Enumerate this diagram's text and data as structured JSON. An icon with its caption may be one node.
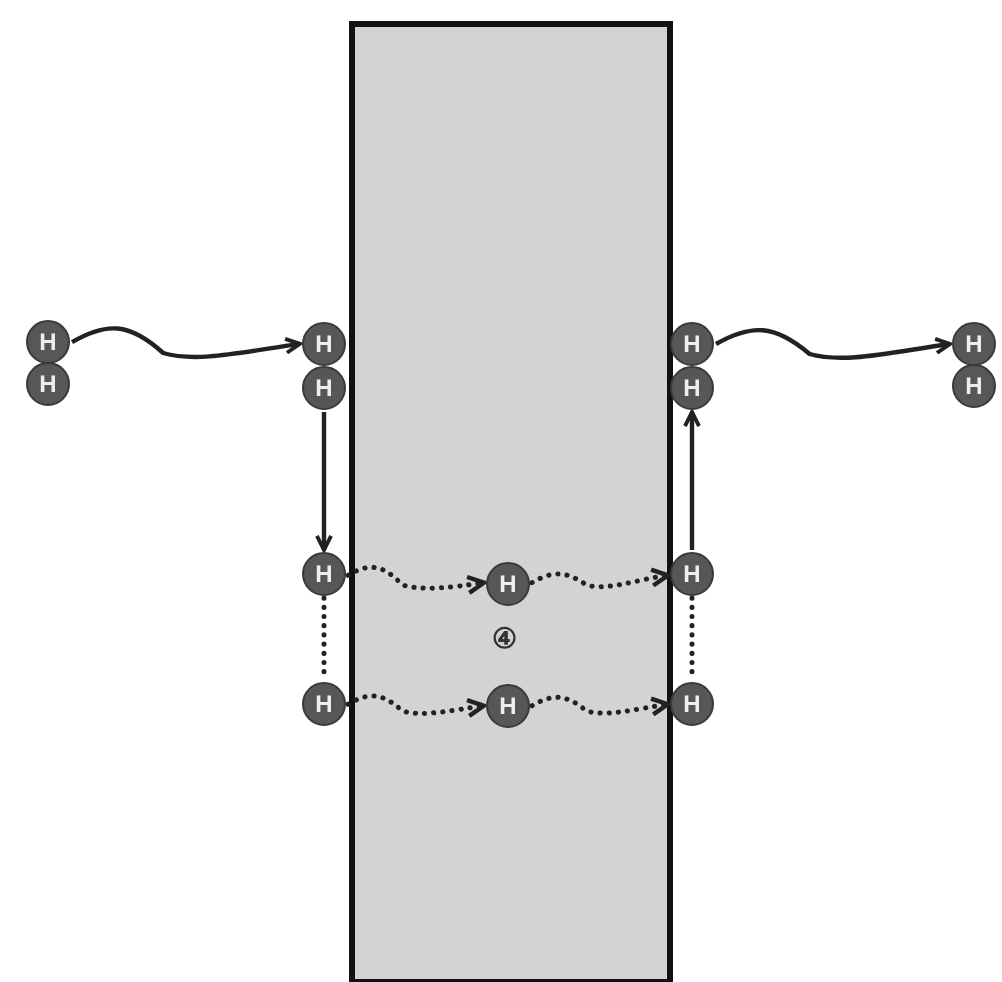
{
  "diagram": {
    "nodes": [
      {
        "text": [
          "H"
        ]
      },
      {
        "text": [
          "H"
        ]
      },
      {
        "text": [
          "H"
        ]
      },
      {
        "text": [
          "H"
        ]
      },
      {
        "text": [
          "H"
        ]
      },
      {
        "text": [
          "H"
        ]
      },
      {
        "text": [
          "H"
        ]
      },
      {
        "text": [
          "H"
        ]
      },
      {
        "text": [
          "H"
        ]
      },
      {
        "text": [
          "H"
        ]
      },
      {
        "text": [
          "H"
        ]
      },
      {
        "text": [
          "H"
        ]
      },
      {
        "text": [
          "H"
        ]
      },
      {
        "text": [
          "H"
        ]
      }
    ],
    "edges": [
      {
        "from": 0,
        "to": 2,
        "arrow": "to"
      },
      {
        "from": 3,
        "to": 8,
        "arrow": "to"
      },
      {
        "from": 8,
        "to": 9,
        "arrow": "to",
        "style": "dashed"
      },
      {
        "from": 9,
        "to": 10,
        "arrow": "to",
        "style": "dashed"
      },
      {
        "from": 8,
        "to": 11,
        "arrow": "none",
        "style": "dashed"
      },
      {
        "from": 11,
        "to": 12,
        "arrow": "to",
        "style": "dashed"
      },
      {
        "from": 12,
        "to": 13,
        "arrow": "to",
        "style": "dashed"
      },
      {
        "from": 10,
        "to": 13,
        "arrow": "none",
        "style": "dashed"
      },
      {
        "from": 10,
        "to": 5,
        "arrow": "to"
      },
      {
        "from": 4,
        "to": 6,
        "arrow": "to"
      }
    ],
    "labels": [
      "④"
    ]
  }
}
